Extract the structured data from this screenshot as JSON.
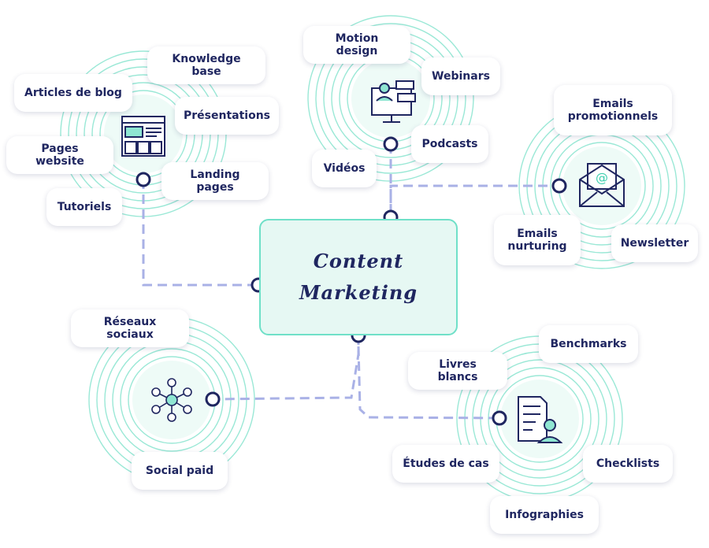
{
  "center": {
    "line1": "Content",
    "line2": "Marketing"
  },
  "colors": {
    "navy": "#1f2660",
    "teal": "#3ecfae",
    "dash": "#a9b1e6"
  },
  "clusters": [
    {
      "id": "web",
      "icon": "webpage-layout-icon",
      "labels": [
        "Knowledge base",
        "Articles de blog",
        "Présentations",
        "Pages website",
        "Landing pages",
        "Tutoriels"
      ]
    },
    {
      "id": "video",
      "icon": "video-monitor-icon",
      "labels": [
        "Motion design",
        "Webinars",
        "Podcasts",
        "Vidéos"
      ]
    },
    {
      "id": "email",
      "icon": "email-envelope-icon",
      "labels": [
        "Emails\npromotionnels",
        "Emails\nnurturing",
        "Newsletter"
      ]
    },
    {
      "id": "social",
      "icon": "social-network-icon",
      "labels": [
        "Réseaux sociaux",
        "Social paid"
      ]
    },
    {
      "id": "docs",
      "icon": "document-user-icon",
      "labels": [
        "Benchmarks",
        "Livres blancs",
        "Études de cas",
        "Checklists",
        "Infographies"
      ]
    }
  ]
}
